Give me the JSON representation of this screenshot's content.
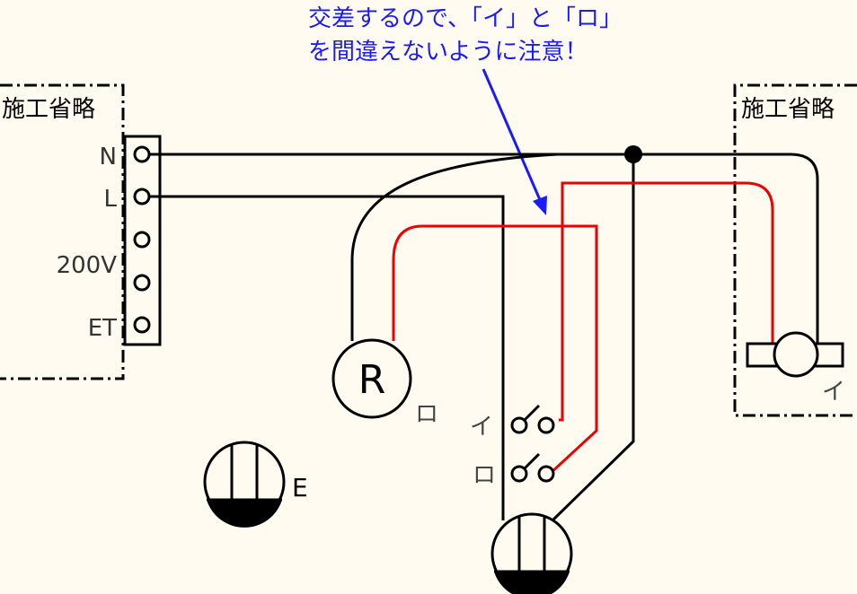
{
  "note": {
    "line1": "交差するので、「イ」と「ロ」",
    "line2": "を間違えないように注意！",
    "color": "#1a1aff"
  },
  "left_box": {
    "title": "施工省略",
    "terminals": [
      "N",
      "L",
      "200V",
      "ET"
    ]
  },
  "right_box": {
    "title": "施工省略",
    "lamp_label": "イ"
  },
  "receptacle": {
    "symbol": "R",
    "label": "ロ"
  },
  "switches": {
    "i_label": "イ",
    "ro_label": "ロ"
  },
  "outlet": {
    "label": "E"
  },
  "colors": {
    "wire_black": "#000000",
    "wire_red": "#ee0000",
    "arrow": "#1a1aff",
    "background": "#fffbf0"
  }
}
